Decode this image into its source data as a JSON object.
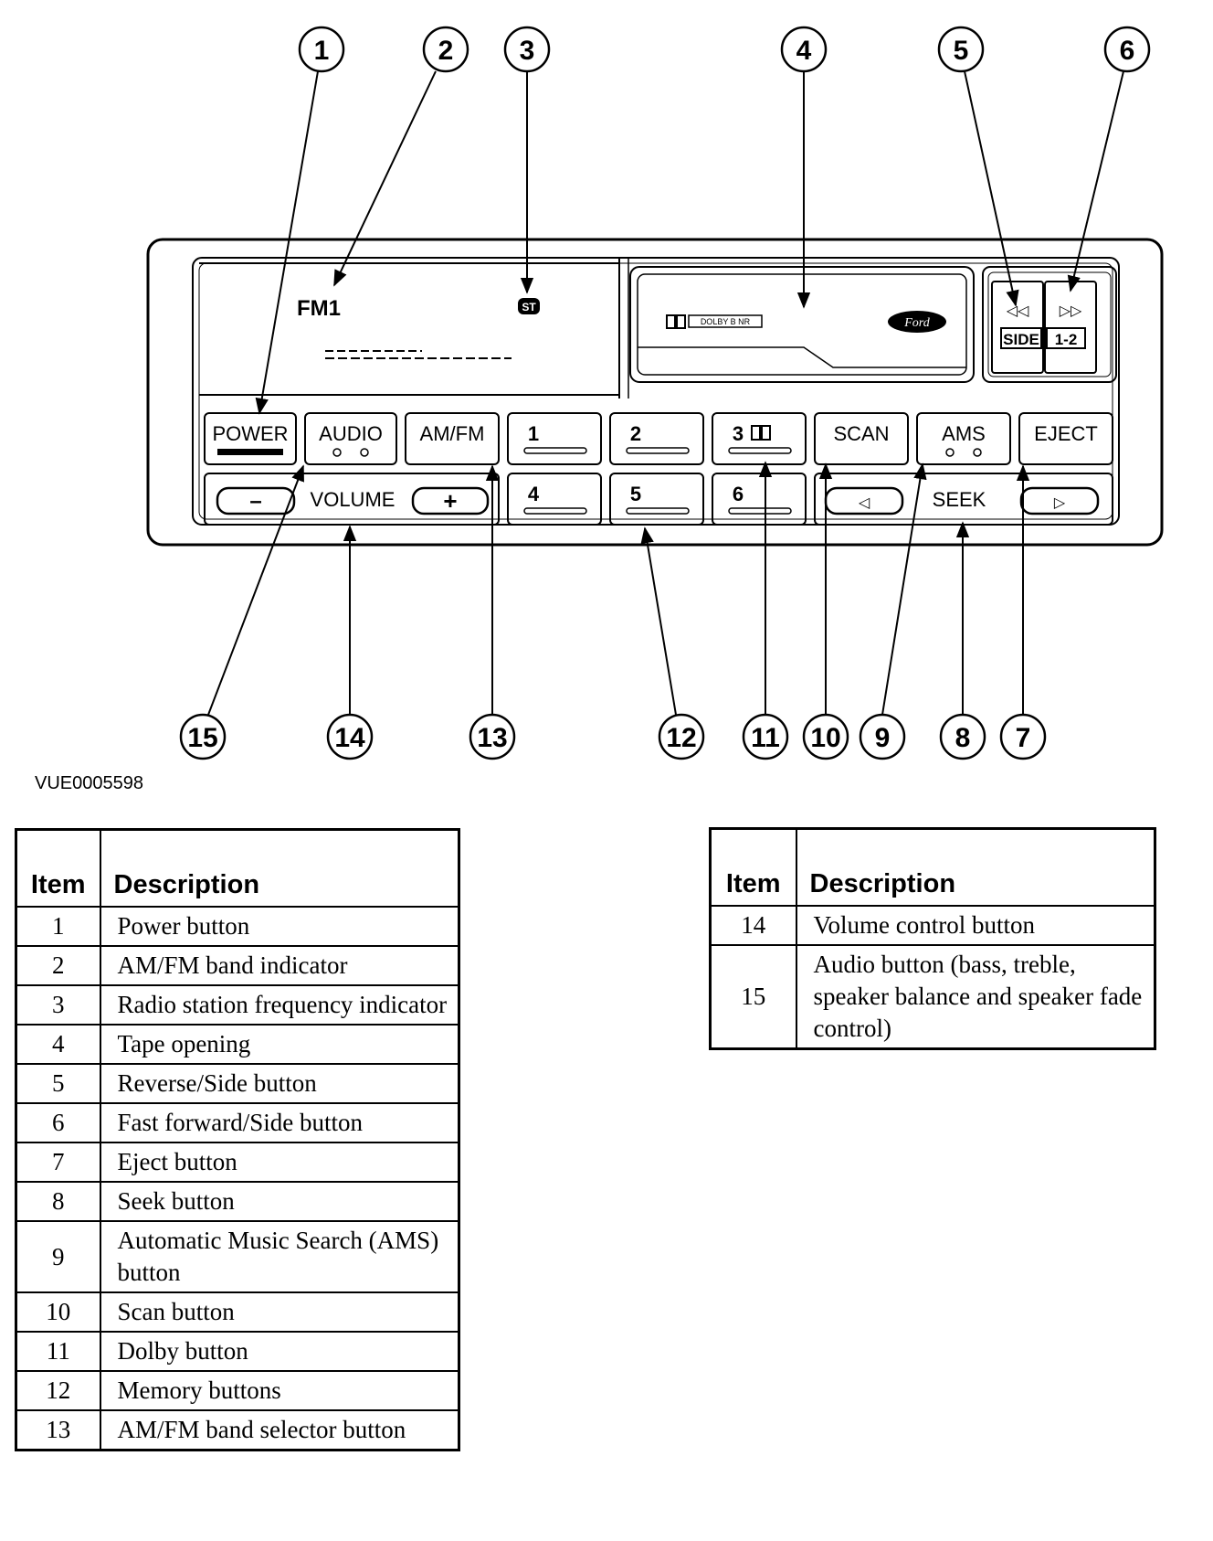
{
  "figure": {
    "code": "VUE0005598",
    "callouts": [
      "1",
      "2",
      "3",
      "4",
      "5",
      "6",
      "7",
      "8",
      "9",
      "10",
      "11",
      "12",
      "13",
      "14",
      "15"
    ]
  },
  "radio": {
    "display_band": "FM1",
    "stereo_indicator": "ST",
    "dolby_label": "DOLBY B NR",
    "brand": "Ford",
    "side_label": "SIDE",
    "side_numbers": "1-2",
    "rewind_glyph": "◁◁",
    "forward_glyph": "▷▷",
    "buttons": {
      "power": "POWER",
      "audio": "AUDIO",
      "amfm": "AM/FM",
      "preset1": "1",
      "preset2": "2",
      "preset3": "3",
      "preset4": "4",
      "preset5": "5",
      "preset6": "6",
      "scan": "SCAN",
      "ams": "AMS",
      "eject": "EJECT",
      "volume_minus": "–",
      "volume_plus": "+",
      "volume_label": "VOLUME",
      "seek_label": "SEEK",
      "seek_left": "◁",
      "seek_right": "▷"
    }
  },
  "legend_left": {
    "header_item": "Item",
    "header_description": "Description",
    "rows": [
      {
        "item": "1",
        "description": "Power button"
      },
      {
        "item": "2",
        "description": "AM/FM band indicator"
      },
      {
        "item": "3",
        "description": "Radio station frequency indicator"
      },
      {
        "item": "4",
        "description": "Tape opening"
      },
      {
        "item": "5",
        "description": "Reverse/Side button"
      },
      {
        "item": "6",
        "description": "Fast forward/Side button"
      },
      {
        "item": "7",
        "description": "Eject button"
      },
      {
        "item": "8",
        "description": "Seek button"
      },
      {
        "item": "9",
        "description": "Automatic Music Search (AMS) button"
      },
      {
        "item": "10",
        "description": "Scan button"
      },
      {
        "item": "11",
        "description": "Dolby button"
      },
      {
        "item": "12",
        "description": "Memory buttons"
      },
      {
        "item": "13",
        "description": "AM/FM band selector button"
      }
    ]
  },
  "legend_right": {
    "header_item": "Item",
    "header_description": "Description",
    "rows": [
      {
        "item": "14",
        "description": "Volume control button"
      },
      {
        "item": "15",
        "description": "Audio button (bass, treble, speaker balance and speaker fade control)"
      }
    ]
  }
}
